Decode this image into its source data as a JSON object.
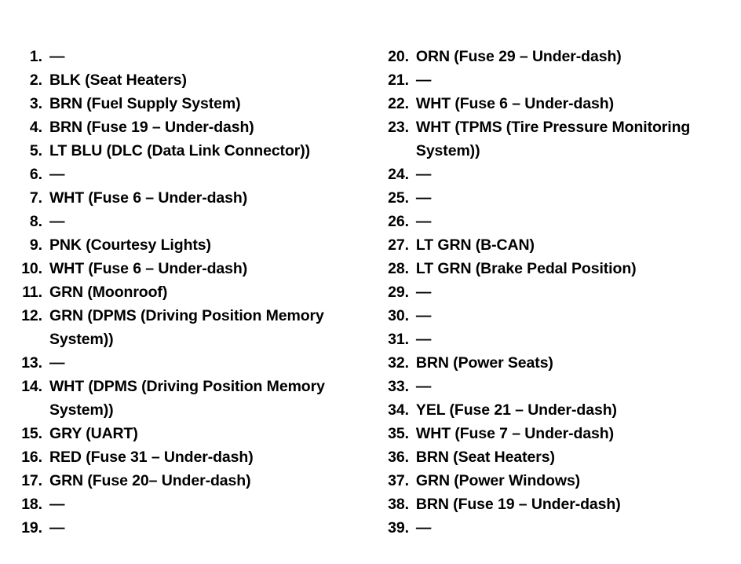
{
  "document": {
    "kind": "connector-terminal-legend",
    "columns": [
      {
        "name": "left-column",
        "items": [
          {
            "number": "1.",
            "text": "—"
          },
          {
            "number": "2.",
            "text": "BLK (Seat Heaters)"
          },
          {
            "number": "3.",
            "text": "BRN (Fuel Supply System)"
          },
          {
            "number": "4.",
            "text": "BRN (Fuse 19 – Under-dash)"
          },
          {
            "number": "5.",
            "text": "LT BLU (DLC (Data Link Connector))"
          },
          {
            "number": "6.",
            "text": "—"
          },
          {
            "number": "7.",
            "text": "WHT (Fuse 6 – Under-dash)"
          },
          {
            "number": "8.",
            "text": "—"
          },
          {
            "number": "9.",
            "text": "PNK (Courtesy Lights)"
          },
          {
            "number": "10.",
            "text": "WHT (Fuse 6 – Under-dash)"
          },
          {
            "number": "11.",
            "text": "GRN (Moonroof)"
          },
          {
            "number": "12.",
            "text": "GRN (DPMS (Driving Position Memory System))"
          },
          {
            "number": "13.",
            "text": "—"
          },
          {
            "number": "14.",
            "text": "WHT (DPMS (Driving Position Memory System))"
          },
          {
            "number": "15.",
            "text": "GRY (UART)"
          },
          {
            "number": "16.",
            "text": "RED (Fuse 31 – Under-dash)"
          },
          {
            "number": "17.",
            "text": "GRN (Fuse 20– Under-dash)"
          },
          {
            "number": "18.",
            "text": "—"
          },
          {
            "number": "19.",
            "text": "—"
          }
        ]
      },
      {
        "name": "right-column",
        "items": [
          {
            "number": "20.",
            "text": "ORN (Fuse 29 – Under-dash)"
          },
          {
            "number": "21.",
            "text": "—"
          },
          {
            "number": "22.",
            "text": "WHT (Fuse 6 – Under-dash)"
          },
          {
            "number": "23.",
            "text": "WHT (TPMS (Tire Pressure Monitoring System))"
          },
          {
            "number": "24.",
            "text": "—"
          },
          {
            "number": "25.",
            "text": "—"
          },
          {
            "number": "26.",
            "text": "—"
          },
          {
            "number": "27.",
            "text": "LT GRN (B-CAN)"
          },
          {
            "number": "28.",
            "text": "LT GRN (Brake Pedal Position)"
          },
          {
            "number": "29.",
            "text": "—"
          },
          {
            "number": "30.",
            "text": "—"
          },
          {
            "number": "31.",
            "text": "—"
          },
          {
            "number": "32.",
            "text": "BRN (Power Seats)"
          },
          {
            "number": "33.",
            "text": "—"
          },
          {
            "number": "34.",
            "text": "YEL (Fuse 21 – Under-dash)"
          },
          {
            "number": "35.",
            "text": "WHT (Fuse 7 – Under-dash)"
          },
          {
            "number": "36.",
            "text": "BRN (Seat Heaters)"
          },
          {
            "number": "37.",
            "text": "GRN (Power Windows)"
          },
          {
            "number": "38.",
            "text": "BRN (Fuse 19 – Under-dash)"
          },
          {
            "number": "39.",
            "text": "—"
          }
        ]
      }
    ]
  },
  "colors": {
    "background": "#ffffff",
    "text": "#000000"
  }
}
